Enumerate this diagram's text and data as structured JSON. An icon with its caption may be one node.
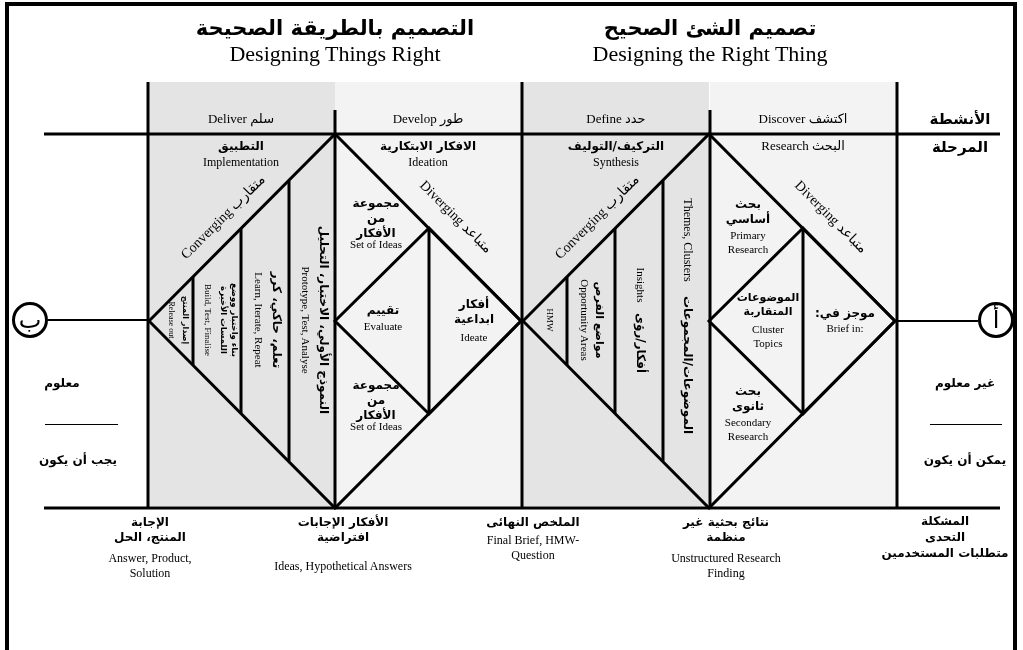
{
  "diagram": {
    "nodes": [
      {
        "text": [
          "ب"
        ]
      },
      {
        "text": [],
        "shape": "diamond"
      },
      {
        "text": [],
        "shape": "diamond"
      },
      {
        "text": [
          "أ"
        ]
      }
    ],
    "edges": [
      {
        "from": 0,
        "to": 1,
        "arrow": "none"
      },
      {
        "from": 3,
        "to": 2,
        "arrow": "none"
      }
    ],
    "labels": [
      "التصميم بالطريقة الصحيحة",
      "Designing Things Right",
      "تصميم الشئ الصحيح",
      "Designing the Right Thing",
      "Deliver سلم",
      "Develop طور",
      "Define حدد",
      "Discover اكتشف",
      "الأنشطة",
      "التطبيق",
      "Implementation",
      "الافكار الابتكارية",
      "Ideation",
      "التركيف/التوليف",
      "Synthesis",
      "Research البحث",
      "المرحلة",
      "Converging متقارب",
      "Diverging متباعد",
      "Converging متقارب",
      "Diverging متباعد",
      "إصدار المنتج",
      "Release out",
      "بناء واختبار ووضع اللمسات الأخيرة",
      "Build, Test, Finalise",
      "تعلم، حاكي، كرر",
      "Learn, Iterate, Repeat",
      "النموذج الأولي، الاختبار، التحليل",
      "Prototype, Test, Analyse",
      "مجموعة من الأفكار",
      "Set of Ideas",
      "تقييم",
      "Evaluate",
      "أفكار ابداعية",
      "Ideate",
      "مجموعة من الأفكار",
      "Set of Ideas",
      "HMW",
      "مواضع الفرص",
      "Opportunity Areas",
      "Insights",
      "أفكار/رؤى",
      "Themes, Clusters",
      "الموضوعات/المجموعات",
      "بحث أساسي",
      "Primary Research",
      "الموضوعات المتقاربة",
      "Cluster Topics",
      "موجز في:",
      "Brief in:",
      "بحث ثانوى",
      "Secondary Research",
      "معلوم",
      "يجب أن يكون",
      "غير معلوم",
      "يمكن أن يكون",
      "الإجابة المنتج، الحل",
      "Answer, Product, Solution",
      "الأفكار الإجابات افتراضية",
      "Ideas, Hypothetical Answers",
      "الملخص النهائى",
      "Final Brief, HMW-Question",
      "نتائج بحثية غير منظمة",
      "Unstructured Research Finding",
      "المشكلة",
      "التحدى",
      "متطلبات المستخدمين"
    ]
  }
}
